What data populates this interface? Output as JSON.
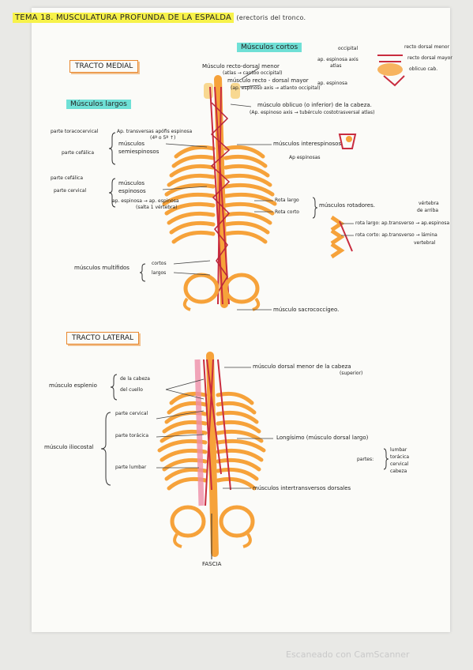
{
  "title": {
    "highlighted": "TEMA 18. Musculatura profunda de la espalda",
    "subtitle": "(erectoris del tronco."
  },
  "sections": {
    "medial": "TRACTO MEDIAL",
    "lateral": "TRACTO LATERAL",
    "cortos": "Músculos cortos",
    "largos": "Músculos largos"
  },
  "medial_labels": {
    "recto_menor": "Músculo recto-dorsal menor",
    "recto_menor_note": "(atlas → cantoo occipital)",
    "recto_mayor": "músculo recto - dorsal mayor",
    "recto_mayor_note": "(ap. espinoso axis → atlanto occipital)",
    "oblicuo": "músculo oblicuo (o inferior) de la cabeza.",
    "oblicuo_note": "(Ap. espinoso axis → tubérculo costotrasversal atlas)",
    "toracocervical": "parte toracocervical",
    "ap_transversas": "Ap. transversas apófis espinosa",
    "segment": "(4ª o 5ª ↑)",
    "musculos": "músculos",
    "semiespinosos": "semiespinosos",
    "parte_cefalica": "parte cefálica",
    "interespinosos": "músculos interespinosos",
    "ap_espinosas": "Ap espinosas",
    "parte_cefalica2": "parte cefálica",
    "parte_cervical": "parte cervical",
    "espinosos_1": "músculos",
    "espinosos_2": "espinosos",
    "ap_espinosas2": "ap. espinosa → ap. espinosa",
    "saltan": "(salta 1 vértebra)",
    "rot_largo": "Rota largo",
    "rot_corto": "Rota corto",
    "rotadores": "músculos rotadores.",
    "vertebra_4": "vértebra",
    "vertebra_lab": "de arriba",
    "rot_largo_desc": "rota largo: ap.transverso → ap.espinosa",
    "rot_corto_desc": "rota corto: ap.transverso → lámina",
    "vertebral": "vertebral",
    "multifidos": "músculos multífidos",
    "cortos": "cortos",
    "largos": "largos",
    "sacro": "músculo sacrococcígeo.",
    "occipital": "occipital",
    "ap_esp_axis": "ap. espinosa axis",
    "atlas_lab": "atlas",
    "ap_esp_axis2": "ap. espinosa",
    "rect_menor_small": "recto dorsal menor",
    "rect_mayor_small": "recto dorsal mayor",
    "oblicuo_small": "oblicuo cab."
  },
  "lateral_labels": {
    "dorsal_menor": "músculo dorsal menor de la cabeza",
    "superior": "(superior)",
    "esplenio": "músculo esplenio",
    "de_cabeza": "de la cabeza",
    "del_cuello": "del cuello",
    "parte_cervical": "parte cervical",
    "parte_toracica": "parte torácica",
    "iliocostal": "músculo iliocostal",
    "parte_lumbar": "parte lumbar",
    "longisimo": "Longísimo (músculo dorsal largo)",
    "partes": "partes:",
    "lumbar": "lumbar",
    "toracica": "torácica",
    "cervical": "cervical",
    "cabeza": "cabeza",
    "intertrans": "músculos intertransversos dorsales",
    "fascia": "FASCIA"
  },
  "watermark": "Escaneado con CamScanner",
  "colors": {
    "bone": "#f6a23a",
    "muscle": "#d4374a",
    "highlight_yellow": "#f7f24a",
    "highlight_teal": "#6fe0d6",
    "box_border": "#e8872e",
    "muscle_pink": "#ef8fa7"
  }
}
